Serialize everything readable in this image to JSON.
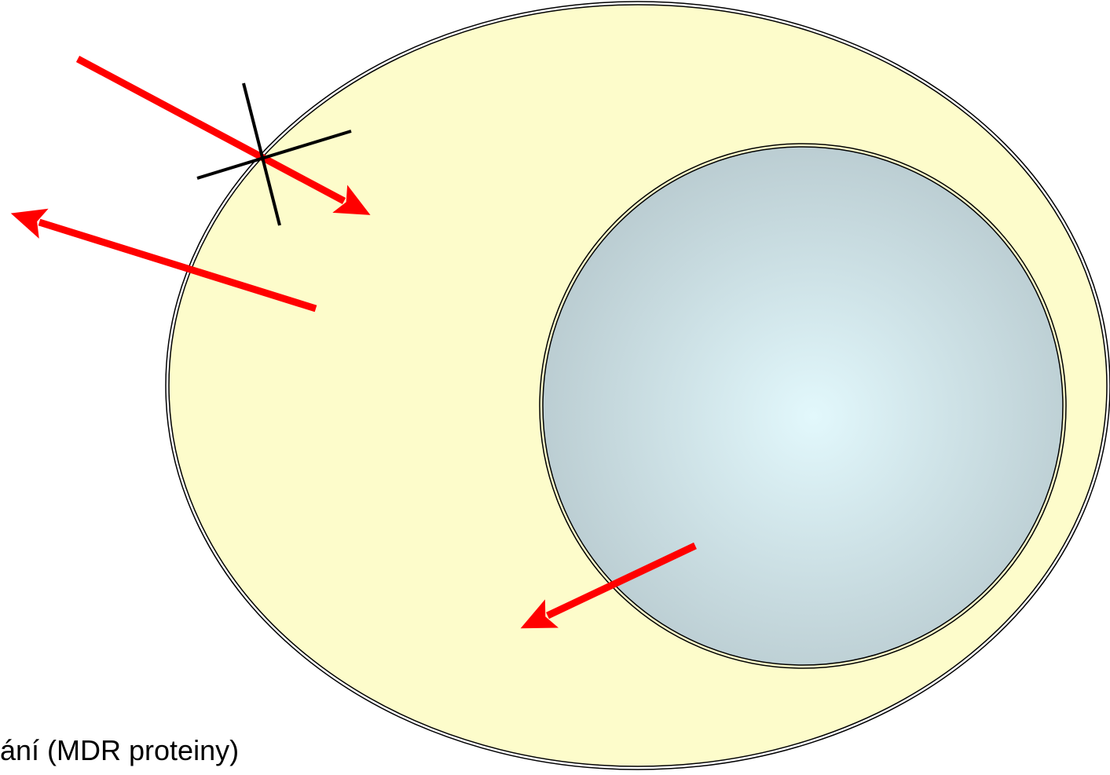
{
  "caption": "ání (MDR proteiny)",
  "colors": {
    "cell_fill": "#fdfccb",
    "cell_outline": "#000000",
    "nucleus_center": "#e2f8fc",
    "nucleus_edge": "#b9cbd0",
    "arrow": "#ff0000",
    "barrier": "#000000"
  },
  "elements": [
    "cell",
    "nucleus",
    "entering-arrow",
    "blocked-cross",
    "efflux-arrow",
    "nucleus-exit-arrow"
  ]
}
